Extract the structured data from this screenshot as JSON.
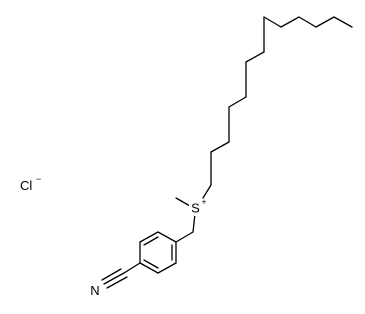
{
  "molecule": {
    "counter_ion": {
      "symbol": "Cl",
      "charge": "−"
    },
    "central_atom": {
      "symbol": "S",
      "charge": "+"
    },
    "nitrile": {
      "nitrogen": "N"
    }
  }
}
